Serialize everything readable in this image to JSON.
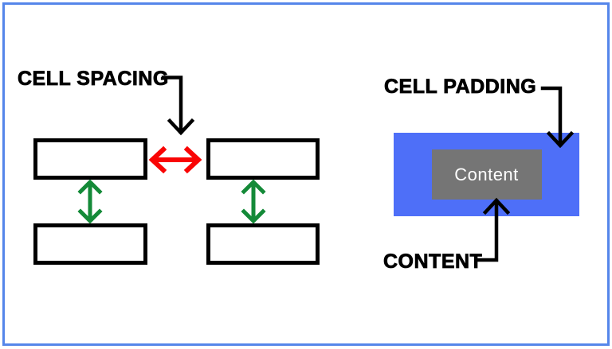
{
  "diagram": {
    "left_section": {
      "label": "CELL SPACING",
      "cell_count": 4,
      "spacing_arrow_color": "#f90505",
      "row_gap_arrow_color": "#148a38"
    },
    "right_section": {
      "label": "CELL PADDING",
      "content_caption": "CONTENT",
      "cell_fill": "#4e6ff8",
      "content_box": {
        "text": "Content",
        "fill": "#757575",
        "text_color": "#ffffff"
      }
    },
    "colors": {
      "frame_border": "#5586ea",
      "connector": "#000000",
      "cell_border": "#000000",
      "background": "#ffffff"
    }
  }
}
